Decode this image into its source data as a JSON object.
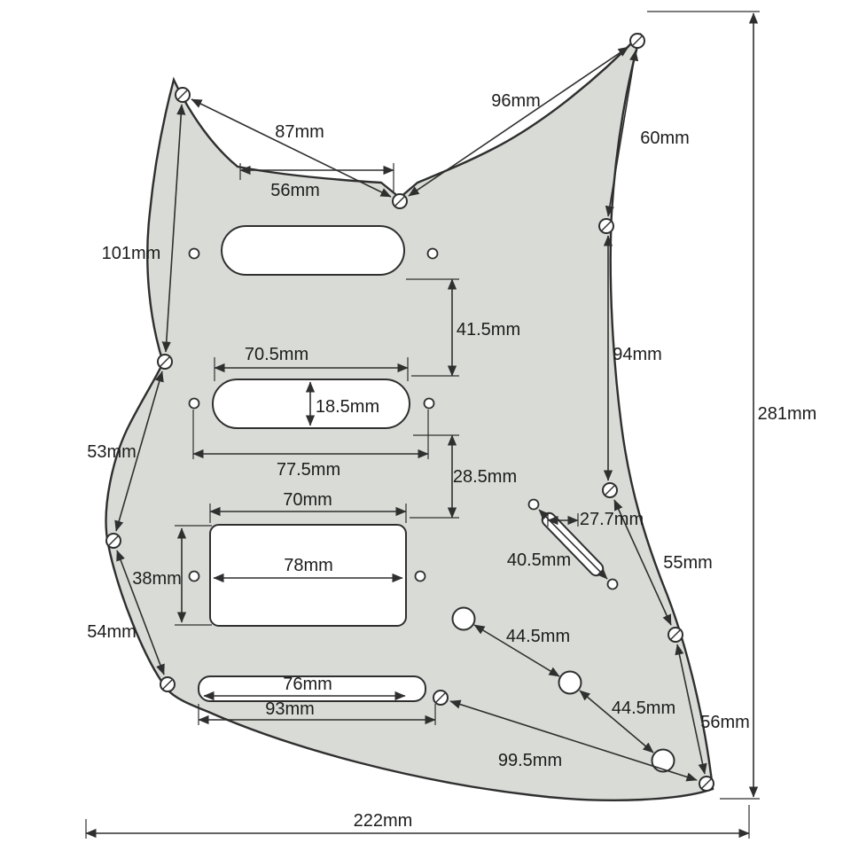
{
  "colors": {
    "pickguard_fill": "#d9dcd6",
    "line": "#2f2f2f",
    "text": "#1c1c1c"
  },
  "dims": {
    "d87": "87mm",
    "d96": "96mm",
    "d56_top": "56mm",
    "d60": "60mm",
    "d101": "101mm",
    "d41_5": "41.5mm",
    "d70_5": "70.5mm",
    "d18_5": "18.5mm",
    "d94": "94mm",
    "d281": "281mm",
    "d53": "53mm",
    "d77_5": "77.5mm",
    "d28_5": "28.5mm",
    "d70": "70mm",
    "d27_7": "27.7mm",
    "d40_5": "40.5mm",
    "d38": "38mm",
    "d78": "78mm",
    "d55": "55mm",
    "d54": "54mm",
    "d44_5_a": "44.5mm",
    "d44_5_b": "44.5mm",
    "d76": "76mm",
    "d93": "93mm",
    "d56_right": "56mm",
    "d99_5": "99.5mm",
    "d222": "222mm"
  }
}
